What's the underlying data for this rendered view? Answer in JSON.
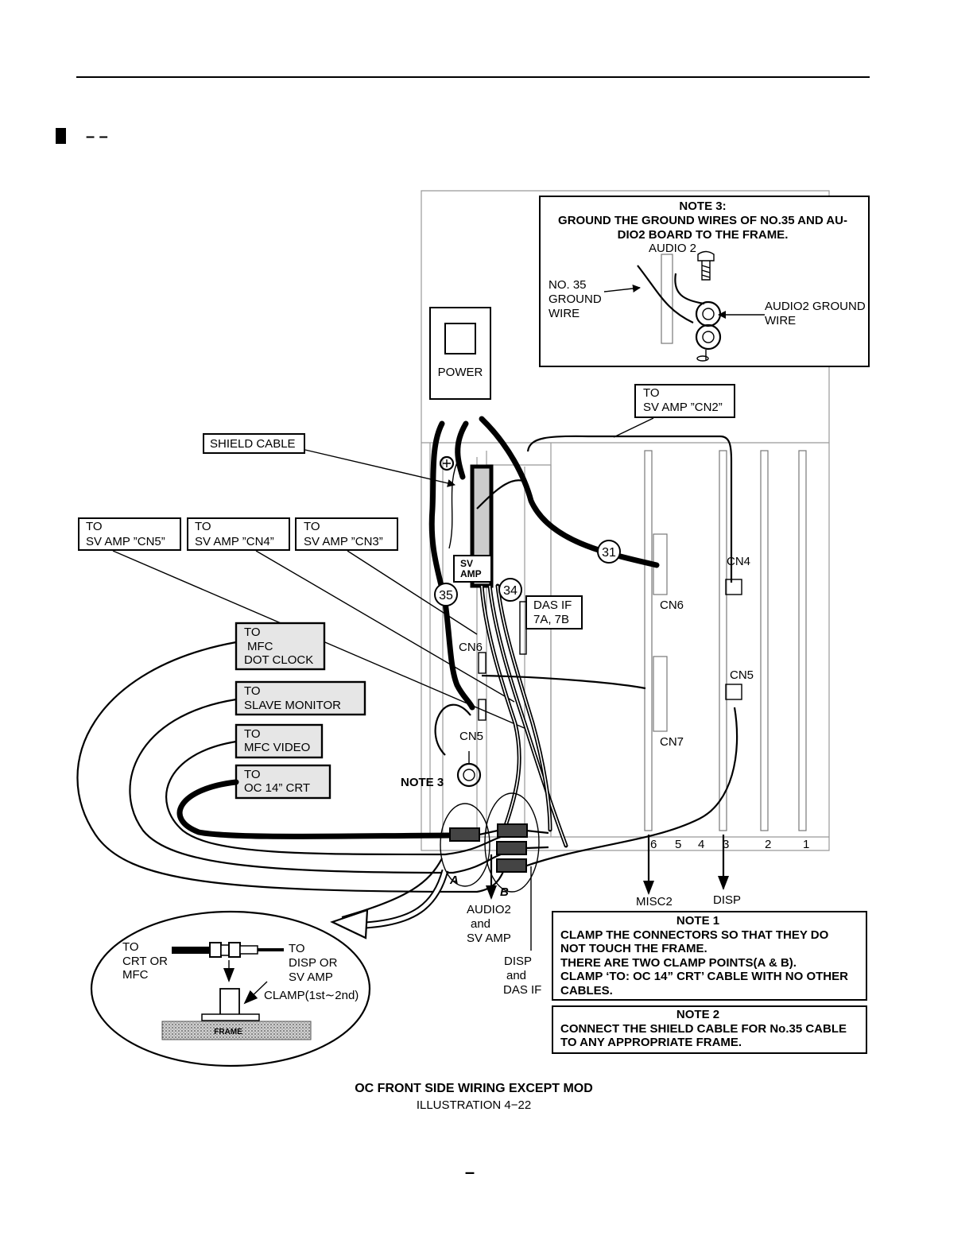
{
  "header": {
    "section_dashes": "– –"
  },
  "top_box": {
    "label": "POWER"
  },
  "note3": {
    "title": "NOTE 3:",
    "line1": "GROUND THE GROUND WIRES OF NO.35 AND AU-",
    "line2": "DIO2 BOARD TO THE FRAME.",
    "audio2": "AUDIO 2",
    "no35_l1": "NO. 35",
    "no35_l2": "GROUND",
    "no35_l3": "WIRE",
    "audio2gnd_l1": "AUDIO2 GROUND",
    "audio2gnd_l2": "WIRE"
  },
  "callouts": {
    "cn2_l1": "TO",
    "cn2_l2": "SV AMP ”CN2”",
    "shield": "SHIELD CABLE",
    "cn5_l1": "TO",
    "cn5_l2": "SV AMP ”CN5”",
    "cn4_l1": "TO",
    "cn4_l2": "SV AMP ”CN4”",
    "cn3_l1": "TO",
    "cn3_l2": "SV AMP ”CN3”",
    "mfc_dot_l1": "TO",
    "mfc_dot_l2": "MFC",
    "mfc_dot_l3": "DOT CLOCK",
    "slave_l1": "TO",
    "slave_l2": "SLAVE  MONITOR",
    "mfcvid_l1": "TO",
    "mfcvid_l2": "MFC VIDEO",
    "oc14_l1": "TO",
    "oc14_l2": "OC 14” CRT",
    "sv_amp_l1": "SV",
    "sv_amp_l2": "AMP",
    "dasif_l1": "DAS IF",
    "dasif_l2": "7A, 7B"
  },
  "labels": {
    "cn6_left": "CN6",
    "cn5_left": "CN5",
    "cn6_mid": "CN6",
    "cn7_mid": "CN7",
    "cn4_right": "CN4",
    "cn5_right": "CN5",
    "note3_ref": "NOTE 3",
    "cable31": "31",
    "cable34": "34",
    "cable35": "35",
    "slots": [
      "6",
      "5",
      "4",
      "3",
      "2",
      "1"
    ],
    "misc2": "MISC2",
    "disp": "DISP",
    "clamp_a": "A",
    "clamp_b": "B",
    "audio2_l1": "AUDIO2",
    "audio2_l2": "and",
    "audio2_l3": "SV AMP",
    "disp_l1": "DISP",
    "disp_l2": "and",
    "disp_l3": "DAS IF"
  },
  "inset": {
    "left_l1": "TO",
    "left_l2": "CRT OR",
    "left_l3": "MFC",
    "right_l1": "TO",
    "right_l2": "DISP OR",
    "right_l3": "SV AMP",
    "clamp": "CLAMP(1st∼2nd)",
    "frame": "FRAME"
  },
  "note1": {
    "title": "NOTE 1",
    "l1": "CLAMP  THE  CONNECTORS  SO  THAT  THEY  DO",
    "l2": "NOT TOUCH THE FRAME.",
    "l3": "THERE ARE TWO CLAMP POINTS(A & B).",
    "l4": "CLAMP ‘TO: OC 14” CRT’ CABLE  WITH NO OTHER",
    "l5": "CABLES."
  },
  "note2": {
    "title": "NOTE 2",
    "l1": "CONNECT THE SHIELD CABLE FOR No.35 CABLE",
    "l2": "TO ANY APPROPRIATE FRAME."
  },
  "caption": {
    "title": "OC FRONT SIDE WIRING EXCEPT MOD",
    "number": "ILLUSTRATION 4−22"
  },
  "footer": {
    "dash": "–"
  }
}
